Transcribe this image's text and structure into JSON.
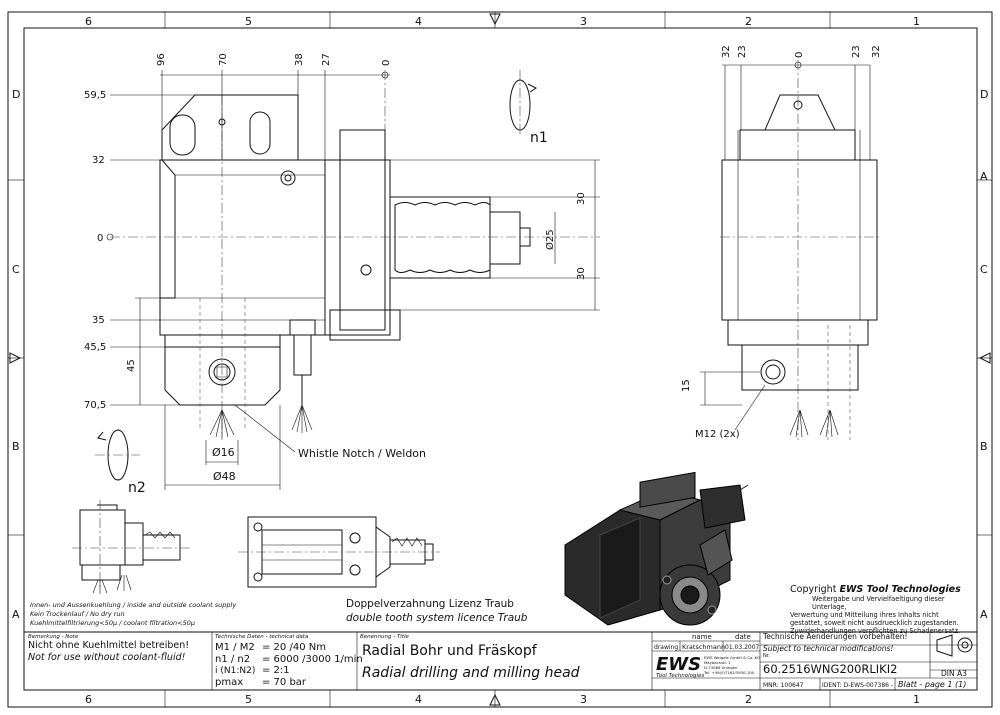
{
  "frame": {
    "columns": [
      "6",
      "5",
      "4",
      "3",
      "2",
      "1"
    ],
    "rows": [
      "D",
      "C",
      "B",
      "A"
    ],
    "rows_right": [
      "D",
      "A",
      "C",
      "B",
      "A"
    ]
  },
  "front_view": {
    "level_labels": [
      "59,5",
      "32",
      "0",
      "35",
      "45,5",
      "70,5"
    ],
    "top_dims": [
      "96",
      "70",
      "38",
      "27",
      "0"
    ],
    "right_dims": [
      "30",
      "30"
    ],
    "dia_spindle": "Ø25",
    "left_dim": "45",
    "rotation_top": "n1",
    "rotation_bottom": "n2",
    "dia_16": "Ø16",
    "dia_48": "Ø48",
    "weldon_note": "Whistle Notch / Weldon"
  },
  "side_view": {
    "top_dims": [
      "32",
      "23",
      "0",
      "23",
      "32"
    ],
    "left_dim": "15",
    "thread_note": "M12 (2x)"
  },
  "small_view": {
    "notes": [
      "Innen- und Aussenkuehlung / inside and outside coolant supply",
      "Kein Trockenlauf / No dry run",
      "Kuehlmittelfiltrierung<50μ / coolant filtration<50μ"
    ]
  },
  "gear_note": {
    "de": "Doppelverzahnung Lizenz Traub",
    "en": "double tooth system licence Traub"
  },
  "copyright": {
    "title_prefix": "Copyright",
    "title_brand": "EWS Tool Technologies",
    "lines": [
      "Weitergabe und Vervielfaeltigung dieser Unterlage,",
      "Verwertung und Mitteilung ihres Inhalts nicht",
      "gestattet, soweit nicht ausdruecklich zugestanden.",
      "Zuwiderhandlungen verpflichten zu Schadenersatz."
    ]
  },
  "title_block": {
    "remark_caption": "Bemerkung - Note",
    "remark_de": "Nicht ohne Kuehlmittel betreiben!",
    "remark_en": "Not for use without coolant-fluid!",
    "tech_caption": "Technische Daten - technical data",
    "tech_rows": [
      {
        "label": "M1 / M2",
        "value": "= 20 /40  Nm"
      },
      {
        "label": "n1 / n2",
        "value": "= 6000 /3000  1/min"
      },
      {
        "label": "i  (N1:N2)",
        "value": "= 2:1"
      },
      {
        "label": "pmax",
        "value": "= 70  bar"
      }
    ],
    "name_caption": "Benennung - Title",
    "title_de": "Radial Bohr und Fräskopf",
    "title_en": "Radial drilling and milling head",
    "col_name": "name",
    "col_date": "date",
    "row_drawing": "drawing",
    "drawn_by": "Kratschmann",
    "drawn_date": "01.03.2007",
    "logo": "EWS",
    "logo_sub": "Tool Technologies",
    "company_lines": [
      "EWS Weigele GmbH & Co. KG",
      "Maybachstr. 1",
      "D-73066 Uhingen",
      "Tel. +49(0)7161/3930-100"
    ],
    "changes_de": "Technische Aenderungen vorbehalten!",
    "changes_en": "Subject to technical modifications!",
    "nr_caption": "Nr.",
    "part_number": "60.2516WNG200RLIKI2",
    "din": "DIN A3",
    "mnr": "MNR: 100647",
    "ident": "IDENT: D-EWS-007386 -",
    "blatt": "Blatt - page  1 (1)"
  }
}
